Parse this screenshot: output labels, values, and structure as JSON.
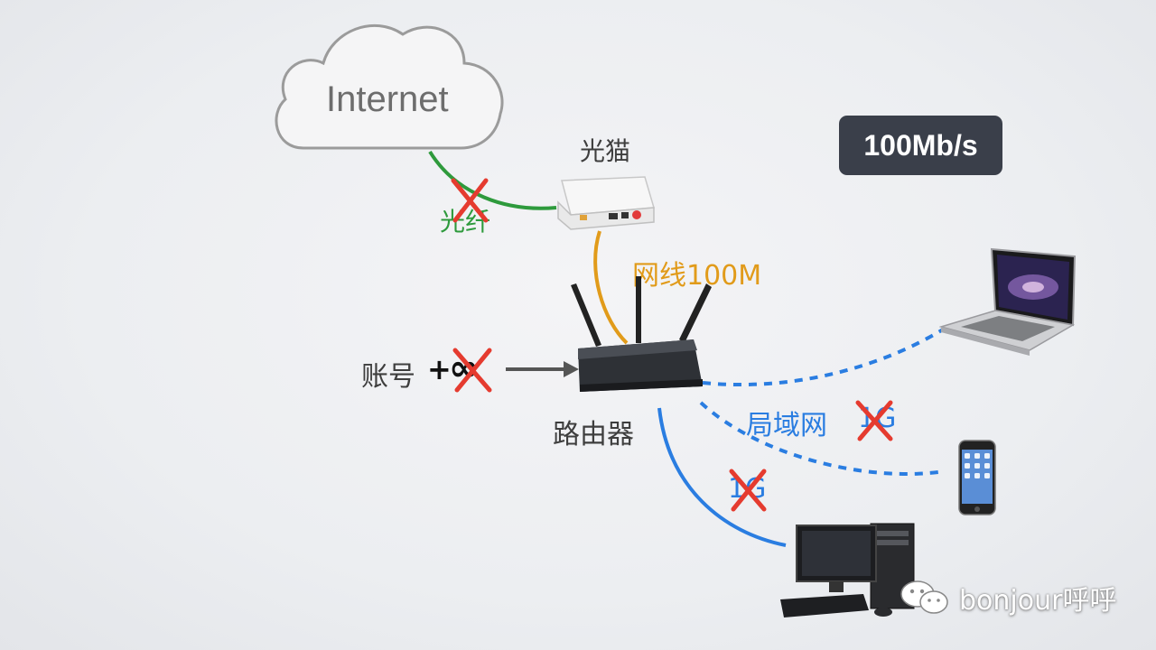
{
  "cloud": {
    "label": "Internet"
  },
  "modem": {
    "label": "光猫"
  },
  "fiber": {
    "label": "光纤",
    "status": "crossed-out"
  },
  "lan_cable": {
    "label": "网线100M"
  },
  "account": {
    "label": "账号",
    "plus": "+",
    "infinity": "∞",
    "status": "crossed-out"
  },
  "router": {
    "label": "路由器"
  },
  "lan": {
    "label": "局域网",
    "speed": "1G"
  },
  "wired": {
    "speed": "1G"
  },
  "speed_badge": {
    "label": "100Mb/s"
  },
  "watermark": {
    "text": "bonjour呼呼",
    "icon": "wechat-icon"
  },
  "icons": {
    "cloud": "cloud-icon",
    "modem": "modem-icon",
    "router": "router-icon",
    "laptop": "laptop-icon",
    "phone": "phone-icon",
    "desktop": "desktop-computer-icon",
    "cross": "cross-mark-icon",
    "arrow": "arrow-right-icon"
  },
  "colors": {
    "fiber": "#2e9a3c",
    "cable": "#e19b1a",
    "lan": "#2a7de1",
    "cross": "#e53b2f",
    "badge": "#3a3f4a"
  }
}
